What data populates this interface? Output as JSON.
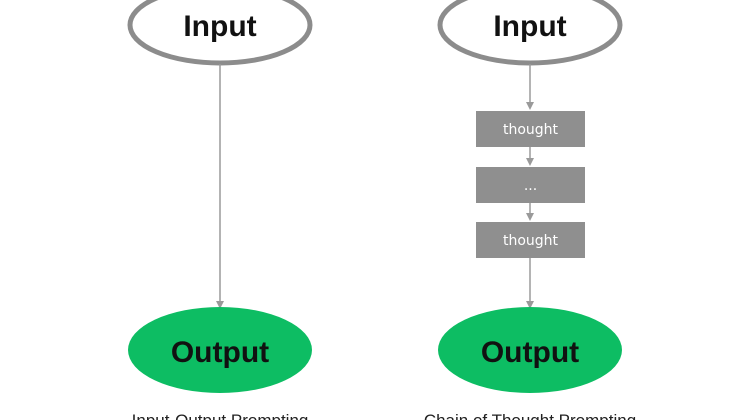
{
  "colors": {
    "input_stroke": "#8c8c8c",
    "output_fill": "#0dbd63",
    "box_fill": "#8f8f8f",
    "arrow": "#9a9a9a"
  },
  "diagrams": [
    {
      "input_label": "Input",
      "output_label": "Output",
      "caption": "Input-Output Prompting"
    },
    {
      "input_label": "Input",
      "output_label": "Output",
      "caption": "Chain of Thought Prompting",
      "steps": [
        "thought",
        "...",
        "thought"
      ]
    }
  ]
}
